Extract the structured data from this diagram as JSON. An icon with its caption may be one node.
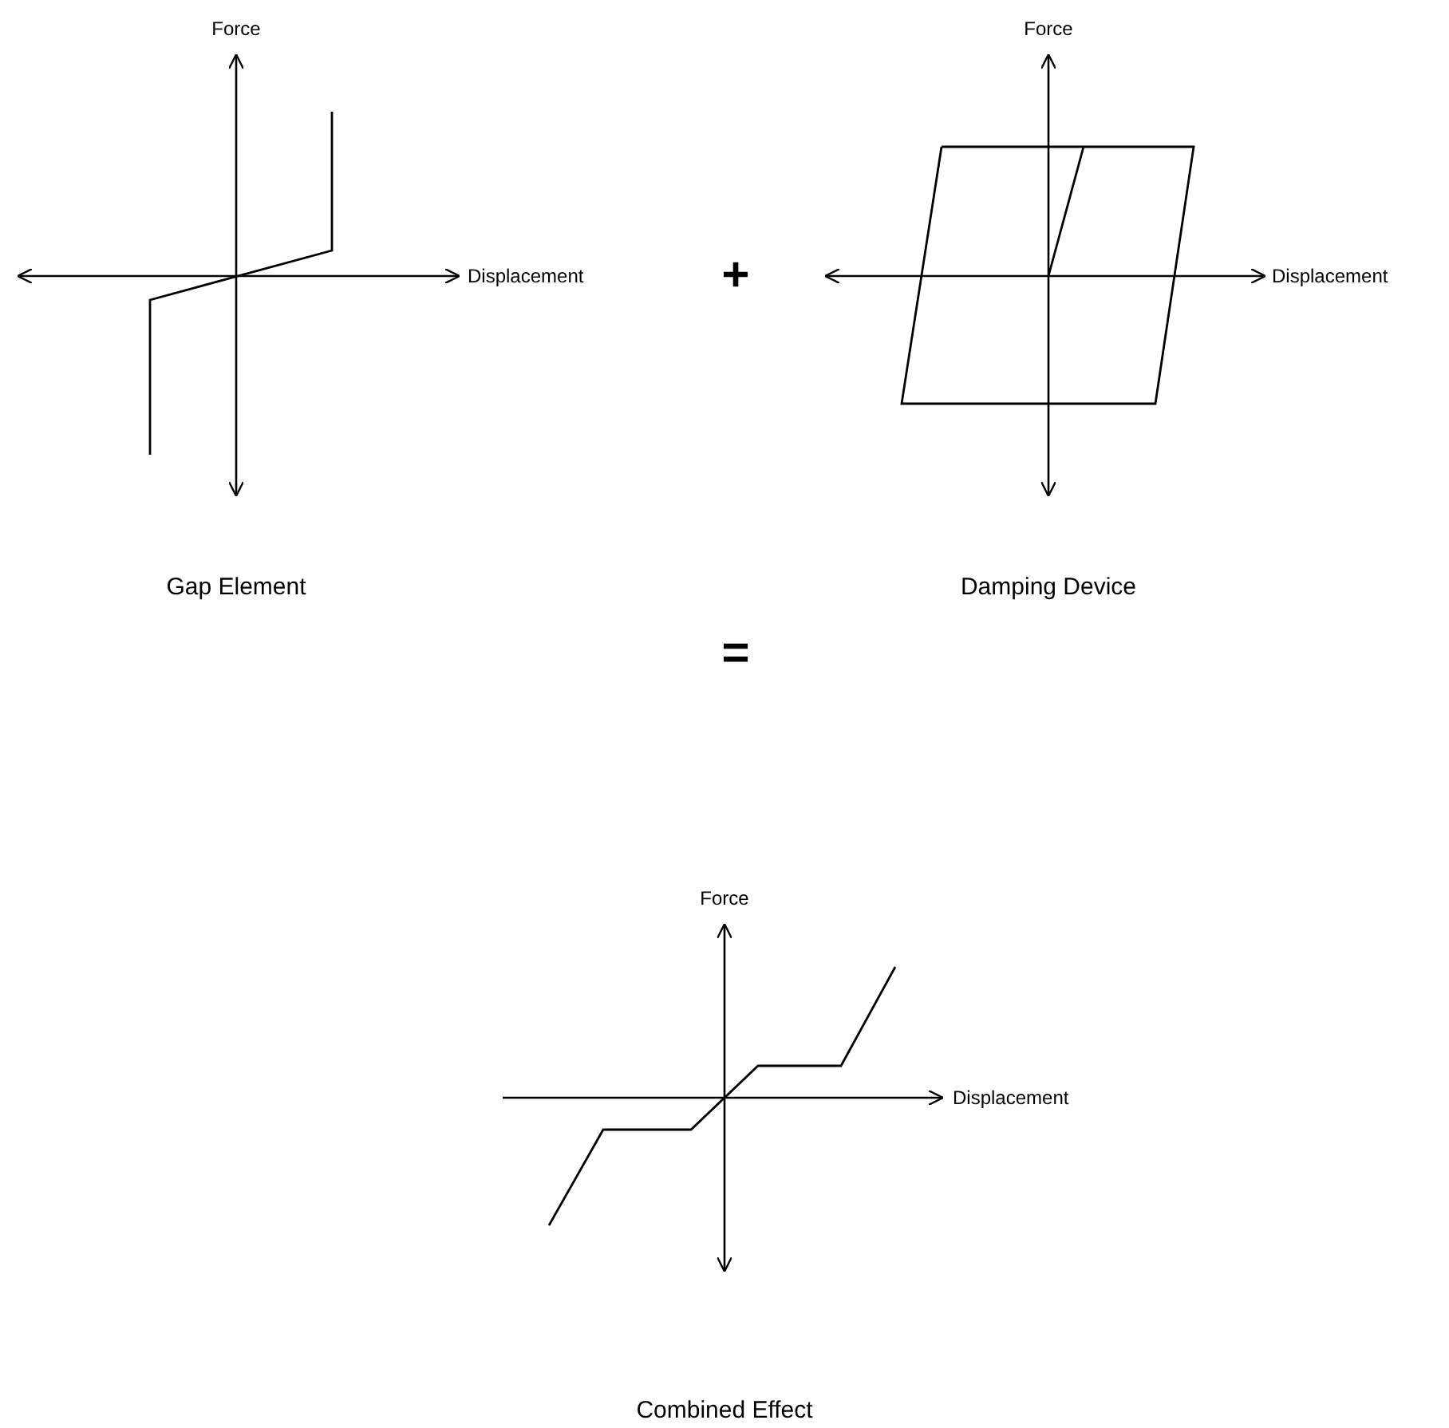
{
  "diagram": {
    "labels": [
      "Force",
      "Force",
      "Displacement",
      "+",
      "Displacement",
      "Gap Element",
      "Damping Device",
      "=",
      "Force",
      "Displacement",
      "Combined Effect"
    ]
  }
}
